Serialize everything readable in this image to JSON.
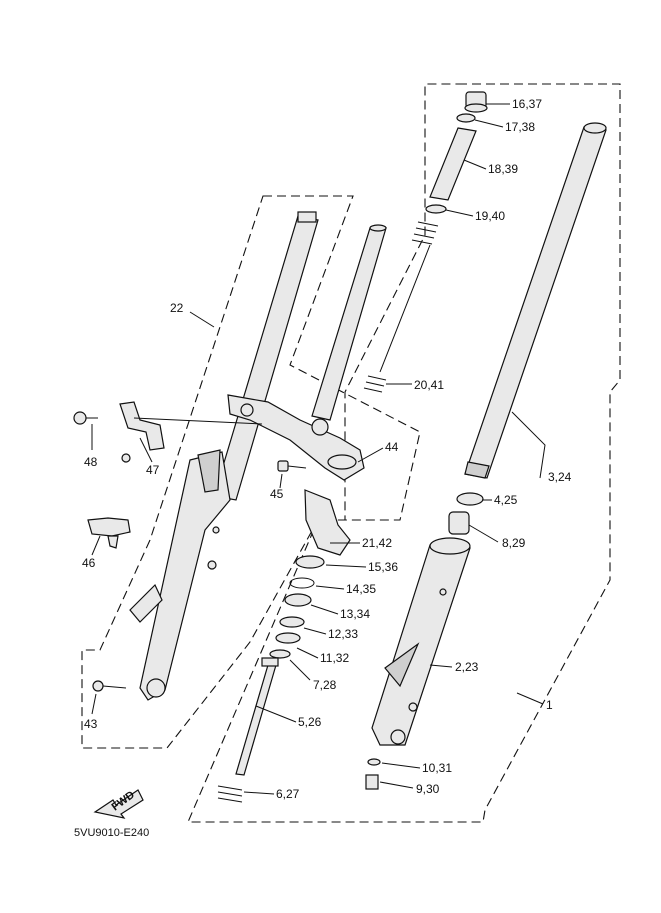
{
  "diagram": {
    "drawing_code": "5VU9010-E240",
    "fwd_label": "FWD",
    "callouts": [
      {
        "id": "c1",
        "text": "16,37"
      },
      {
        "id": "c2",
        "text": "17,38"
      },
      {
        "id": "c3",
        "text": "18,39"
      },
      {
        "id": "c4",
        "text": "19,40"
      },
      {
        "id": "c5",
        "text": "20,41"
      },
      {
        "id": "c6",
        "text": "3,24"
      },
      {
        "id": "c7",
        "text": "4,25"
      },
      {
        "id": "c8",
        "text": "8,29"
      },
      {
        "id": "c9",
        "text": "2,23"
      },
      {
        "id": "c10",
        "text": "1"
      },
      {
        "id": "c11",
        "text": "10,31"
      },
      {
        "id": "c12",
        "text": "9,30"
      },
      {
        "id": "c13",
        "text": "22"
      },
      {
        "id": "c14",
        "text": "44"
      },
      {
        "id": "c15",
        "text": "45"
      },
      {
        "id": "c16",
        "text": "48"
      },
      {
        "id": "c17",
        "text": "47"
      },
      {
        "id": "c18",
        "text": "46"
      },
      {
        "id": "c19",
        "text": "21,42"
      },
      {
        "id": "c20",
        "text": "15,36"
      },
      {
        "id": "c21",
        "text": "14,35"
      },
      {
        "id": "c22",
        "text": "13,34"
      },
      {
        "id": "c23",
        "text": "12,33"
      },
      {
        "id": "c24",
        "text": "11,32"
      },
      {
        "id": "c25",
        "text": "7,28"
      },
      {
        "id": "c26",
        "text": "5,26"
      },
      {
        "id": "c27",
        "text": "6,27"
      },
      {
        "id": "c28",
        "text": "43"
      }
    ]
  }
}
